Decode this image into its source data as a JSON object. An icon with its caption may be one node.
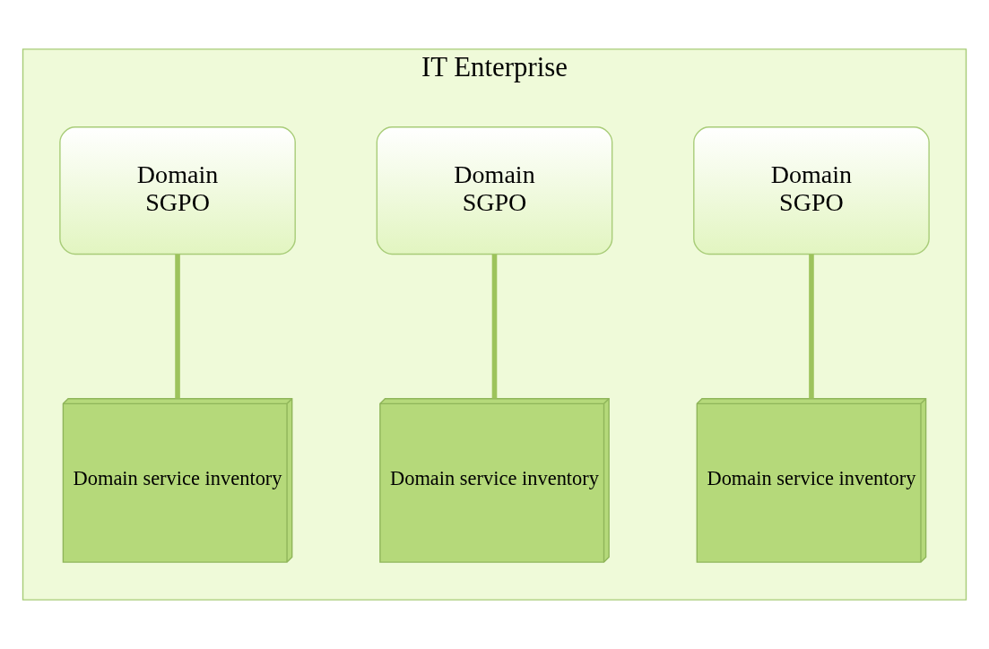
{
  "diagram": {
    "nodes": [
      {
        "text": [
          "IT Enterprise"
        ]
      },
      {
        "text": [
          "Domain",
          "SGPO"
        ],
        "in": 0
      },
      {
        "text": [
          "Domain",
          "SGPO"
        ],
        "in": 0
      },
      {
        "text": [
          "Domain",
          "SGPO"
        ],
        "in": 0
      },
      {
        "text": [
          "Domain service inventory"
        ],
        "in": 0
      },
      {
        "text": [
          "Domain service inventory"
        ],
        "in": 0
      },
      {
        "text": [
          "Domain service inventory"
        ],
        "in": 0
      }
    ],
    "edges": [
      {
        "from": 1,
        "to": 4,
        "arrow": "none"
      },
      {
        "from": 2,
        "to": 5,
        "arrow": "none"
      },
      {
        "from": 3,
        "to": 6,
        "arrow": "none"
      }
    ]
  }
}
